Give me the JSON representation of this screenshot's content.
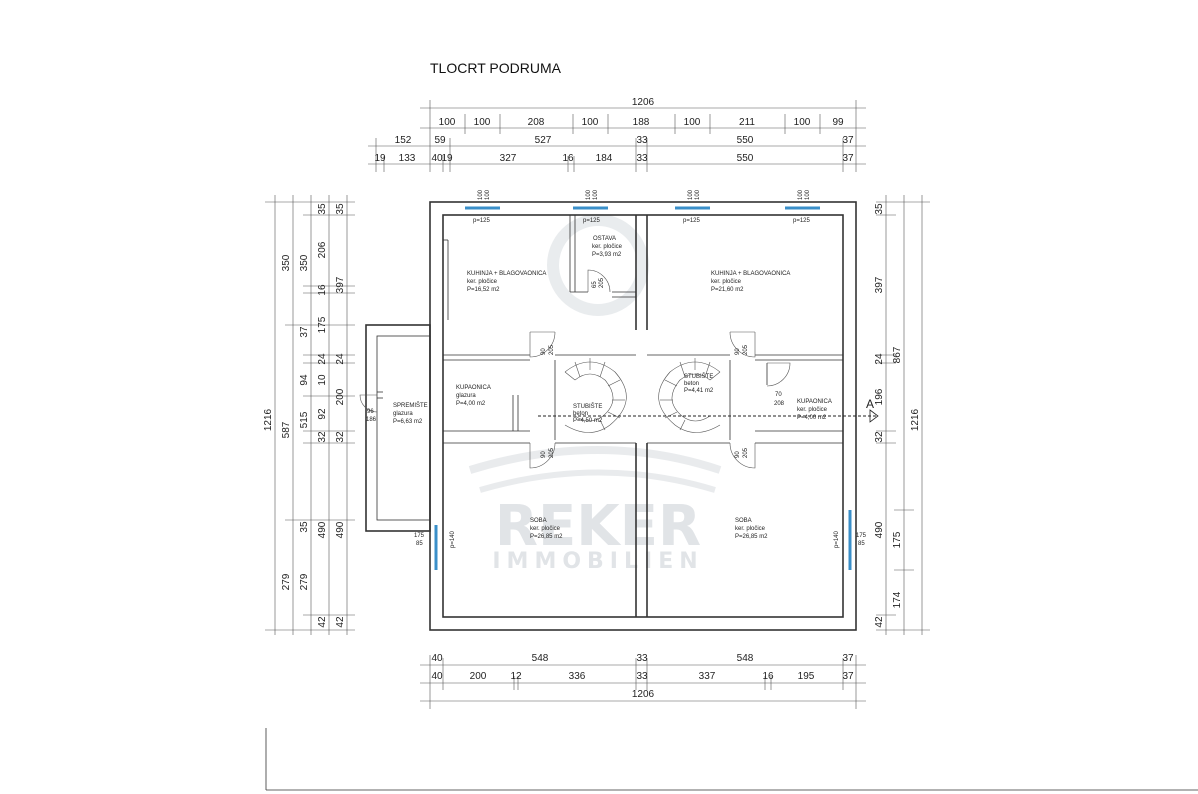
{
  "title": "TLOCRT PODRUMA",
  "dims_top": {
    "total": "1206",
    "row1": [
      "100",
      "100",
      "208",
      "100",
      "188",
      "100",
      "211",
      "100",
      "99"
    ],
    "row2": [
      "152",
      "59",
      "527",
      "33",
      "550",
      "37"
    ],
    "row3": [
      "19",
      "133",
      "40",
      "19",
      "327",
      "16",
      "184",
      "33",
      "550",
      "37"
    ]
  },
  "dims_bottom": {
    "row1": [
      "40",
      "548",
      "33",
      "548",
      "37"
    ],
    "row2": [
      "40",
      "200",
      "12",
      "336",
      "33",
      "337",
      "16",
      "195",
      "37"
    ],
    "total": "1206"
  },
  "dims_left": {
    "col1": [
      "350",
      "587",
      "279"
    ],
    "col2": [
      "350",
      "515",
      "279"
    ],
    "col3": [
      "35",
      "206",
      "16",
      "37",
      "24",
      "10",
      "92",
      "32",
      "35",
      "490",
      "42"
    ],
    "col4": [
      "35",
      "397",
      "175",
      "24",
      "94",
      "200",
      "32",
      "490",
      "42"
    ],
    "total": "1216"
  },
  "dims_right": {
    "col1": [
      "35",
      "397",
      "24",
      "196",
      "32",
      "490",
      "42"
    ],
    "col2": [
      "867",
      "175",
      "174"
    ],
    "total": "1216"
  },
  "rooms": [
    {
      "name": "KUHINJA + BLAGOVAONICA",
      "floor": "ker. pločice",
      "area": "P=16,52 m2"
    },
    {
      "name": "OSTAVA",
      "floor": "ker. pločice",
      "area": "P=3,93 m2"
    },
    {
      "name": "KUHINJA + BLAGOVAONICA",
      "floor": "ker. pločice",
      "area": "P=21,60 m2"
    },
    {
      "name": "KUPAONICA",
      "floor": "glazura",
      "area": "P=4,00 m2"
    },
    {
      "name": "STUBIŠTE",
      "floor": "beton",
      "area": "P=4,50 m2"
    },
    {
      "name": "STUBIŠTE",
      "floor": "beton",
      "area": "P=4,41 m2"
    },
    {
      "name": "KUPAONICA",
      "floor": "ker. pločice",
      "area": "P=4,00 m2"
    },
    {
      "name": "SPREMIŠTE",
      "floor": "glazura",
      "area": "P=6,63 m2"
    },
    {
      "name": "SOBA",
      "floor": "ker. pločice",
      "area": "P=26,85 m2"
    },
    {
      "name": "SOBA",
      "floor": "ker. pločice",
      "area": "P=26,85 m2"
    }
  ],
  "windows": [
    "p=125",
    "p=125",
    "p=125",
    "p=125"
  ],
  "windows_side": [
    "p=140",
    "p=140"
  ],
  "window_sizes": [
    "100",
    "100"
  ],
  "door_labels": [
    "90",
    "205"
  ],
  "misc": {
    "ostava_door": [
      "65",
      "205"
    ],
    "spremiste_door": [
      "96",
      "186"
    ],
    "bath_door": [
      "70",
      "208"
    ],
    "side_window": [
      "175",
      "85"
    ],
    "section_marker": "A"
  },
  "watermark": {
    "line1": "REKER",
    "line2": "IMMOBILIEN"
  }
}
